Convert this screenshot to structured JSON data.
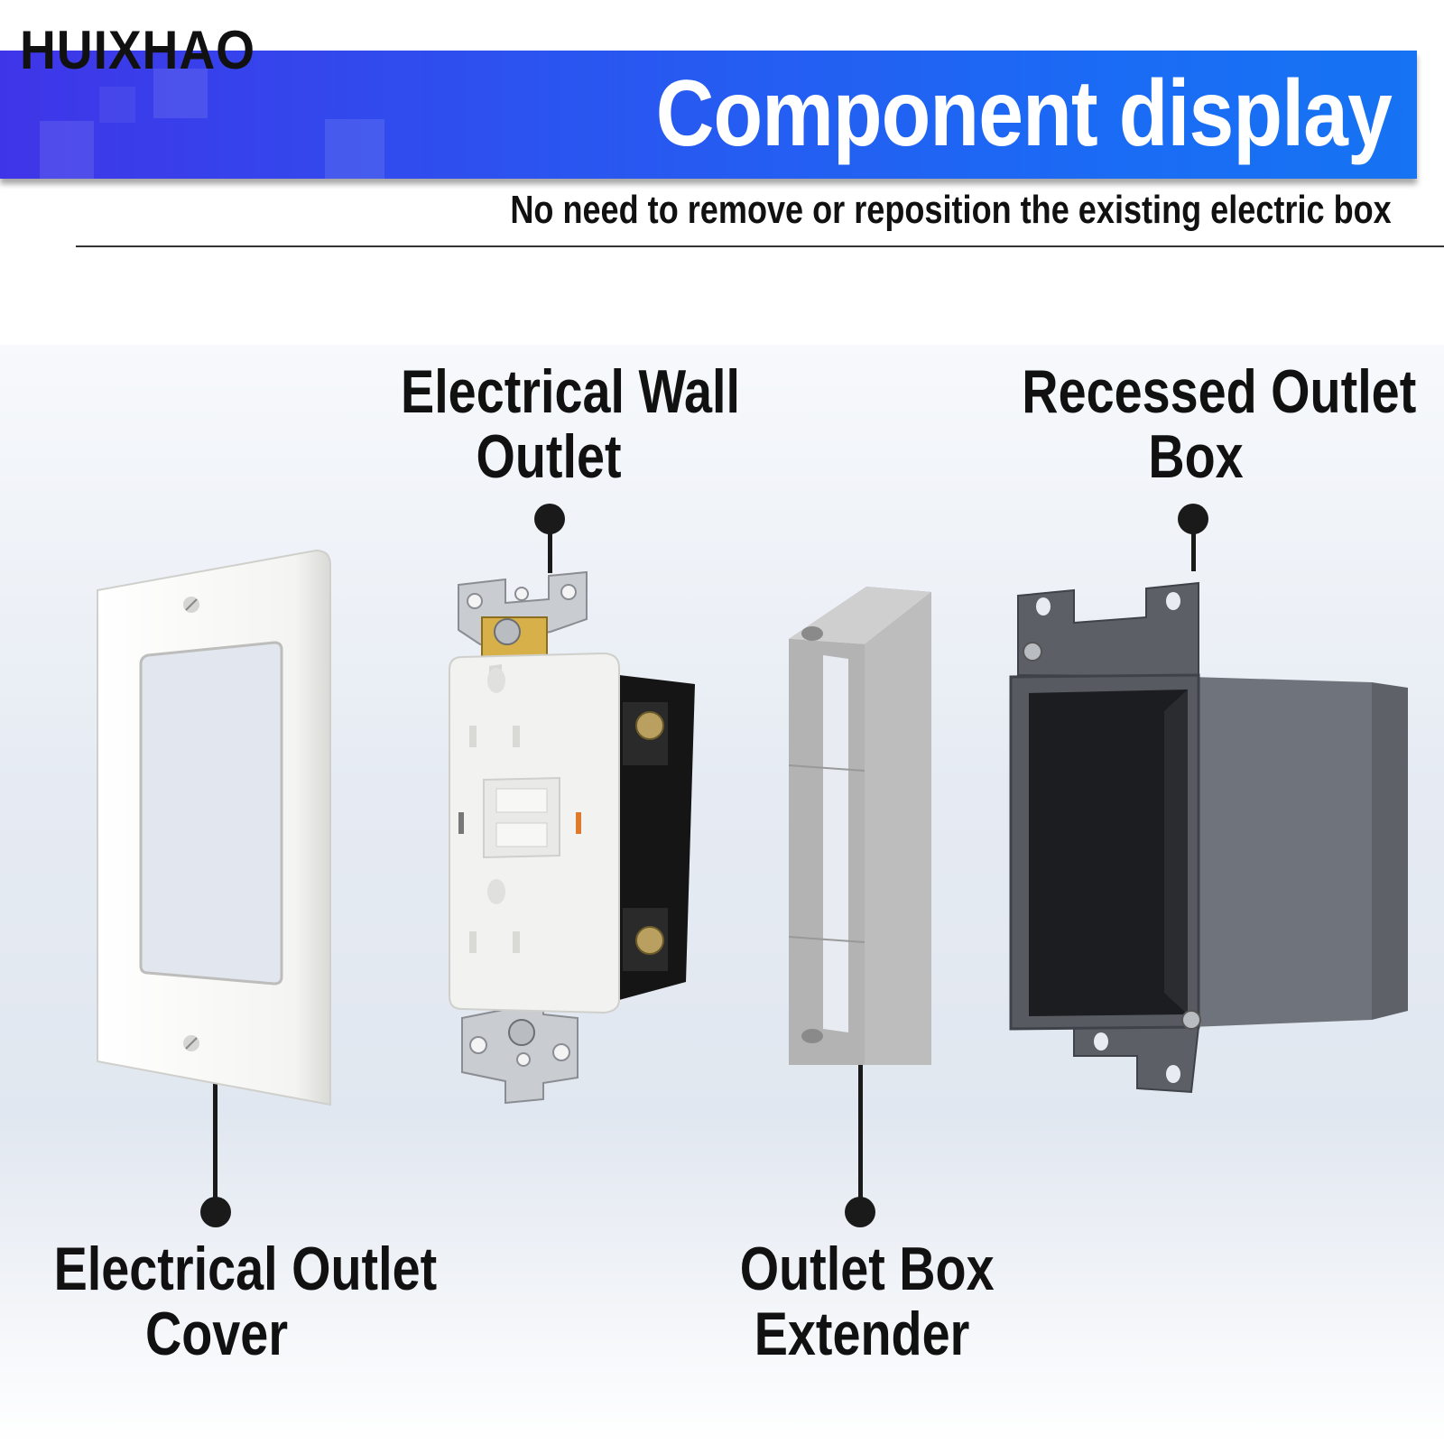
{
  "brand": "HUIXHAO",
  "banner": {
    "title": "Component display",
    "color": "#2a55f0"
  },
  "subtitle": "No need to remove or reposition the existing electric box",
  "components": {
    "wall_outlet": {
      "line1": "Electrical Wall",
      "line2": "Outlet"
    },
    "outlet_box": {
      "line1": "Recessed Outlet",
      "line2": "Box"
    },
    "outlet_cover": {
      "line1": "Electrical Outlet",
      "line2": "Cover"
    },
    "box_extender": {
      "line1": "Outlet Box",
      "line2": "Extender"
    }
  }
}
